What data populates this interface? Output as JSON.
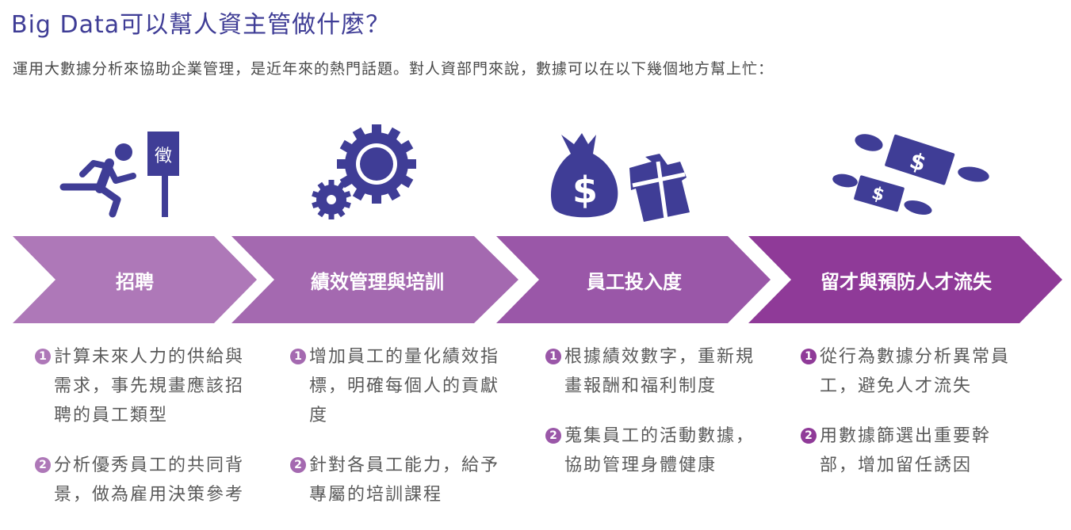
{
  "header": {
    "title": "Big Data可以幫人資主管做什麼？",
    "subtitle": "運用大數據分析來協助企業管理，是近年來的熱門話題。對人資部門來說，數據可以在以下幾個地方幫上忙："
  },
  "icons": {
    "recruit": "running-person-to-sign-icon",
    "recruit_sign_text": "徵",
    "performance": "gears-icon",
    "engagement": "money-bag-and-gift-icon",
    "engagement_bag_symbol": "$",
    "retention": "flying-money-icon",
    "retention_bill_symbol": "$"
  },
  "colors": {
    "title": "#3f3d96",
    "icon": "#3f3d96",
    "stage1": "#ae78b8",
    "stage2": "#a469b0",
    "stage3": "#9a57a8",
    "stage4": "#8f3a98"
  },
  "stages": [
    {
      "label": "招聘",
      "items": [
        {
          "num": "1",
          "text": "計算未來人力的供給與需求，事先規畫應該招聘的員工類型"
        },
        {
          "num": "2",
          "text": "分析優秀員工的共同背景，做為雇用決策參考"
        }
      ]
    },
    {
      "label": "績效管理與培訓",
      "items": [
        {
          "num": "1",
          "text": "增加員工的量化績效指標，明確每個人的貢獻度"
        },
        {
          "num": "2",
          "text": "針對各員工能力，給予專屬的培訓課程"
        }
      ]
    },
    {
      "label": "員工投入度",
      "items": [
        {
          "num": "1",
          "text": "根據績效數字，重新規畫報酬和福利制度"
        },
        {
          "num": "2",
          "text": "蒐集員工的活動數據，協助管理身體健康"
        }
      ]
    },
    {
      "label": "留才與預防人才流失",
      "items": [
        {
          "num": "1",
          "text": "從行為數據分析異常員工，避免人才流失"
        },
        {
          "num": "2",
          "text": "用數據篩選出重要幹部，增加留任誘因"
        }
      ]
    }
  ]
}
